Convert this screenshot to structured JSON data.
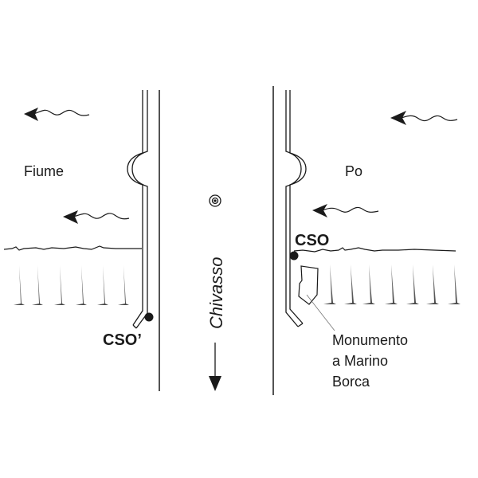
{
  "labels": {
    "river_left": "Fiume",
    "river_right": "Po",
    "town": "Chivasso",
    "cso_right": "CSO",
    "cso_left": "CSO’",
    "monument_line1": "Monumento",
    "monument_line2": "a Marino",
    "monument_line3": "Borca"
  },
  "icons": {
    "flow_arrows": "wavy-arrow-left",
    "town_marker": "concentric-circle",
    "direction_arrow": "arrow-down",
    "trees": "spike-tree"
  },
  "colors": {
    "line": "#1a1a1a",
    "tree": "#555555",
    "background": "#ffffff"
  }
}
